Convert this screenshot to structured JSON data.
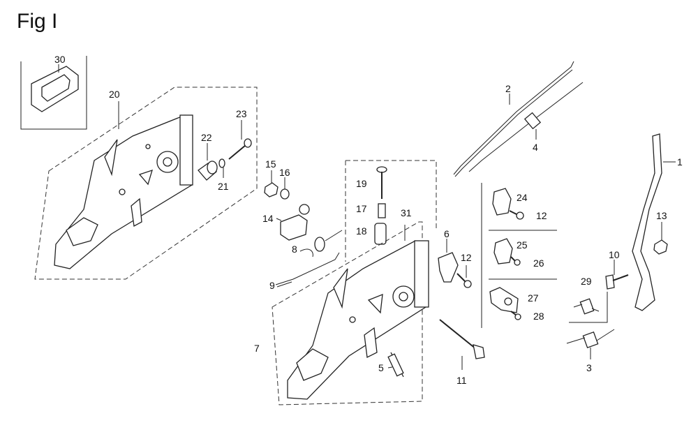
{
  "figure": {
    "title": "Fig I"
  },
  "callouts": {
    "c1": "1",
    "c2": "2",
    "c3": "3",
    "c4": "4",
    "c5": "5",
    "c6": "6",
    "c7": "7",
    "c8": "8",
    "c9": "9",
    "c10": "10",
    "c11": "11",
    "c12a": "12",
    "c12b": "12",
    "c13": "13",
    "c14": "14",
    "c15": "15",
    "c16": "16",
    "c17": "17",
    "c18": "18",
    "c19": "19",
    "c20": "20",
    "c21": "21",
    "c22": "22",
    "c23": "23",
    "c24": "24",
    "c25": "25",
    "c26": "26",
    "c27": "27",
    "c28": "28",
    "c29": "29",
    "c30": "30",
    "c31": "31"
  }
}
